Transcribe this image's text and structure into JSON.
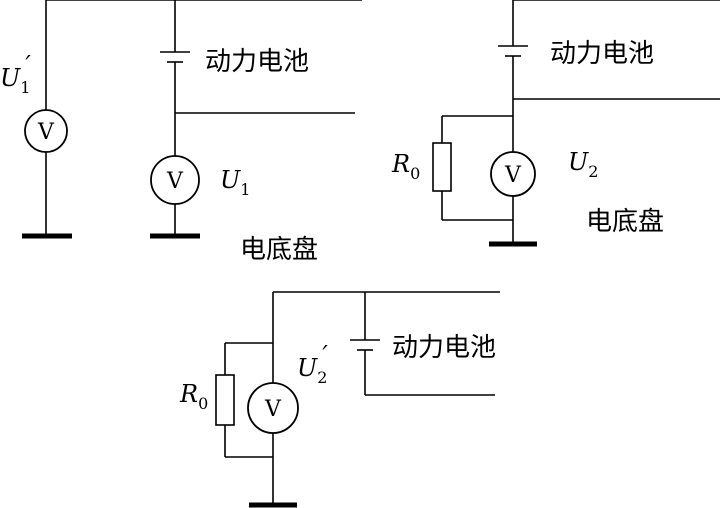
{
  "labels": {
    "battery": "动力电池",
    "chassis": "电底盘",
    "meter_letter": "V",
    "u_symbol": "U",
    "r_symbol": "R",
    "prime": "′",
    "sub_1": "1",
    "sub_2": "2",
    "sub_0": "0"
  }
}
